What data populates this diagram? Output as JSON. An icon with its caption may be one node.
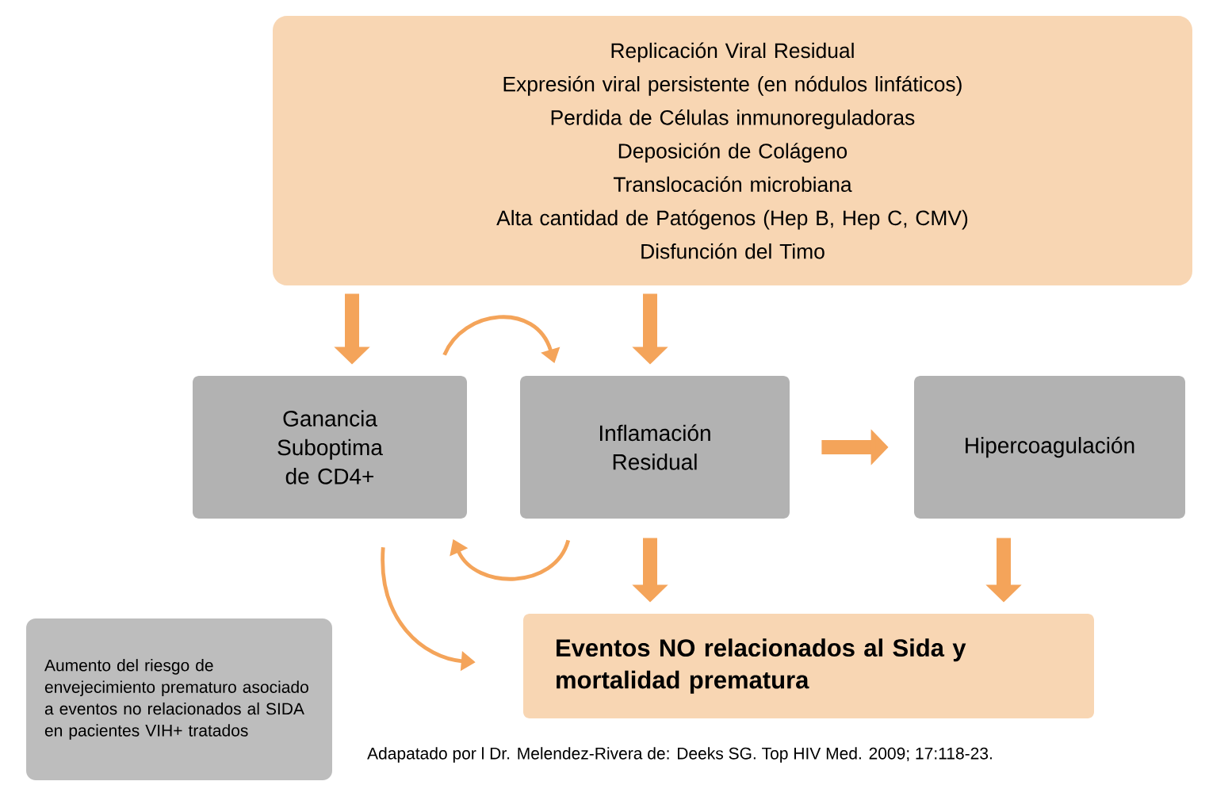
{
  "diagram": {
    "nodes": [
      {
        "text": [
          "Replicación Viral Residual",
          "Expresión viral persistente (en nódulos linfáticos)",
          "Perdida de Células inmunoreguladoras",
          "Deposición de Colágeno",
          "Translocación microbiana",
          "Alta cantidad de Patógenos (Hep B, Hep C, CMV)",
          "Disfunción del Timo"
        ]
      },
      {
        "text": [
          "Ganancia Suboptima de CD4+"
        ]
      },
      {
        "text": [
          "Inflamación Residual"
        ]
      },
      {
        "text": [
          "Hipercoagulación"
        ]
      },
      {
        "text": [
          "Eventos NO relacionados al Sida y mortalidad prematura"
        ]
      },
      {
        "text": [
          "Aumento del riesgo de envejecimiento prematuro asociado a eventos no relacionados al SIDA en pacientes VIH+ tratados"
        ]
      }
    ],
    "edges": [
      {
        "from": 0,
        "to": 1,
        "arrow": "to"
      },
      {
        "from": 0,
        "to": 2,
        "arrow": "to"
      },
      {
        "from": 1,
        "to": 2,
        "arrow": "to"
      },
      {
        "from": 2,
        "to": 3,
        "arrow": "to"
      },
      {
        "from": 2,
        "to": 1,
        "arrow": "to"
      },
      {
        "from": 2,
        "to": 4,
        "arrow": "to"
      },
      {
        "from": 3,
        "to": 4,
        "arrow": "to"
      },
      {
        "from": 1,
        "to": 4,
        "arrow": "to"
      }
    ],
    "labels": [
      "Adapatado por l Dr. Melendez-Rivera de: Deeks SG. Top HIV Med. 2009; 17:118-23."
    ]
  }
}
